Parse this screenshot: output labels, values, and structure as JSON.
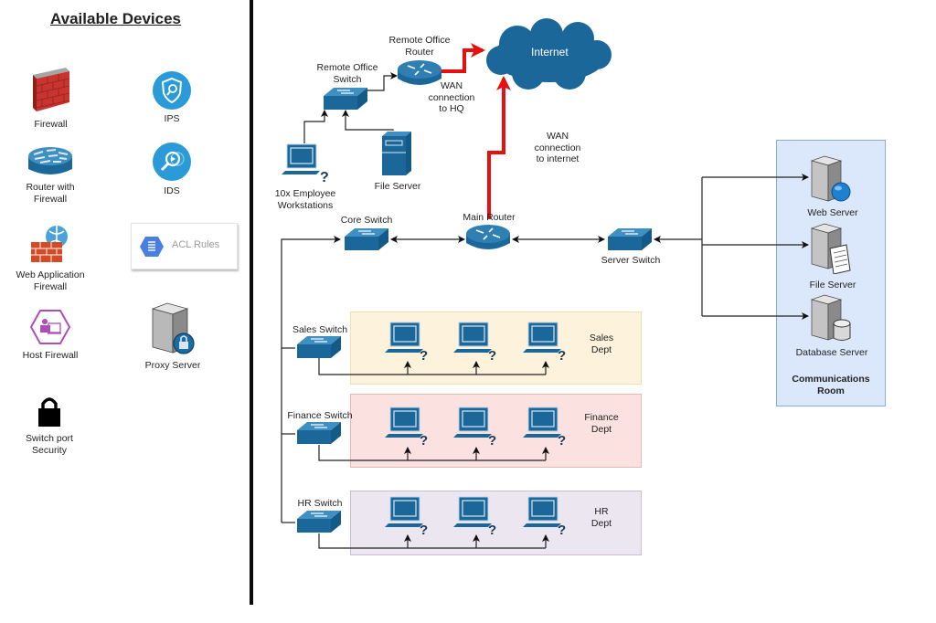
{
  "palette": {
    "device_blue": "#1b6799",
    "wan_red": "#e61010",
    "sales_zone": "#fdf3dc",
    "finance_zone": "#fbe1df",
    "hr_zone": "#ece6f0",
    "comms_zone": "#dbe8fb"
  },
  "sidebar": {
    "title": "Available Devices",
    "devices": [
      {
        "id": "firewall",
        "label": "Firewall",
        "icon": "brick-firewall-icon"
      },
      {
        "id": "ips",
        "label": "IPS",
        "icon": "shield-search-icon"
      },
      {
        "id": "router_firewall",
        "label": "Router with Firewall",
        "line1": "Router with",
        "line2": "Firewall",
        "icon": "router-firewall-icon"
      },
      {
        "id": "ids",
        "label": "IDS",
        "icon": "magnifier-icon"
      },
      {
        "id": "waf",
        "label": "Web Application Firewall",
        "line1": "Web Application",
        "line2": "Firewall",
        "icon": "globe-brick-icon"
      },
      {
        "id": "acl",
        "label": "ACL Rules",
        "icon": "hexagon-list-icon"
      },
      {
        "id": "host_fw",
        "label": "Host Firewall",
        "icon": "hexagon-user-icon"
      },
      {
        "id": "proxy",
        "label": "Proxy Server",
        "icon": "server-lock-icon"
      },
      {
        "id": "port_sec",
        "label": "Switch port Security",
        "line1": "Switch port",
        "line2": "Security",
        "icon": "padlock-icon"
      }
    ]
  },
  "network": {
    "remote_office": {
      "router": {
        "line1": "Remote Office",
        "line2": "Router"
      },
      "switch": {
        "line1": "Remote Office",
        "line2": "Switch"
      },
      "workstations": {
        "line1": "10x Employee",
        "line2": "Workstations"
      },
      "file_server": "File Server",
      "wan_hq": {
        "line1": "WAN",
        "line2": "connection",
        "line3": "to HQ"
      }
    },
    "internet": "Internet",
    "wan_internet": {
      "line1": "WAN",
      "line2": "connection",
      "line3": "to internet"
    },
    "main_router": "Main Router",
    "core_switch": "Core Switch",
    "server_switch": "Server Switch",
    "departments": [
      {
        "switch": "Sales Switch",
        "line1": "Sales",
        "line2": "Dept"
      },
      {
        "switch": "Finance Switch",
        "line1": "Finance",
        "line2": "Dept"
      },
      {
        "switch": "HR Switch",
        "line1": "HR",
        "line2": "Dept"
      }
    ],
    "comms_room": {
      "line1": "Communications",
      "line2": "Room",
      "servers": [
        "Web Server",
        "File Server",
        "Database Server"
      ]
    }
  }
}
